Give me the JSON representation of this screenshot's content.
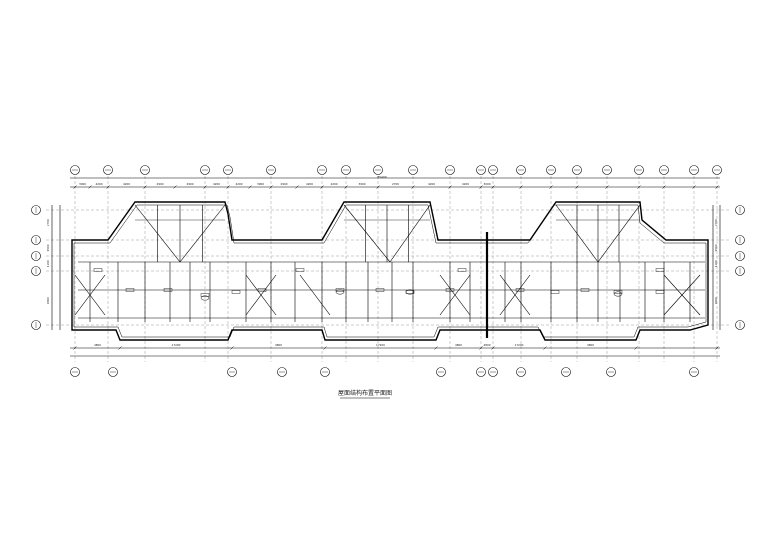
{
  "drawing": {
    "caption": "屋面结构布置平面图",
    "overall_dimension": "85400",
    "top_dims": [
      "3000",
      "4200",
      "4200",
      "2900",
      "2900",
      "4200",
      "4200",
      "3900",
      "2900",
      "4200",
      "4200",
      "3900",
      "2700",
      "4200",
      "4200",
      "3000"
    ],
    "bottom_dims": [
      "4800",
      "17200",
      "4800",
      "17200",
      "4800",
      "4800",
      "17200",
      "4800"
    ],
    "left_dims": [
      "2700",
      "1500",
      "1200",
      "9300"
    ],
    "right_dims": [
      "2700",
      "1500",
      "1200",
      "9300"
    ],
    "colors": {
      "line": "#000000",
      "axis": "#555555",
      "background": "#ffffff"
    }
  }
}
